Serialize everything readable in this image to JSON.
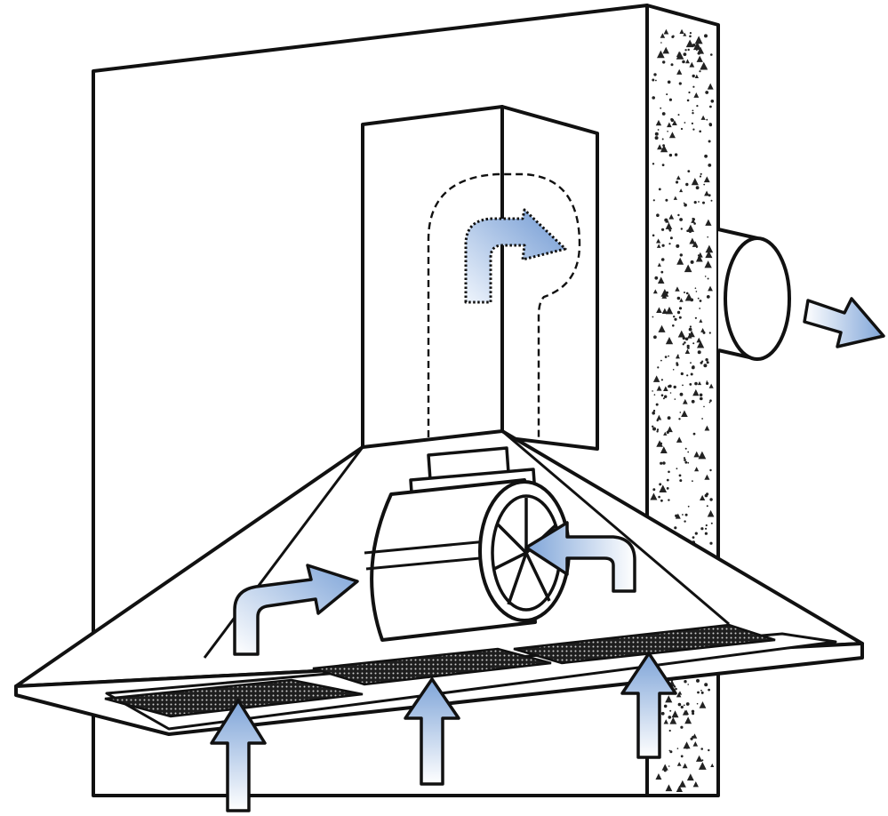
{
  "diagram": {
    "style": "line-art",
    "colors": {
      "ink": "#111111",
      "background": "#ffffff",
      "arrow_fill": "#8fb0dc",
      "arrow_fill_light": "#eef4fc",
      "filter_mesh": "#1e1e1e",
      "speckle": "#222222"
    },
    "components": {
      "wall": "wall-icon",
      "masonry_wall": "masonry-wall-icon",
      "chimney_cover": "chimney-cover-icon",
      "internal_duct": "duct-icon",
      "hood_canopy": "hood-canopy-icon",
      "motor_blower": "blower-fan-icon",
      "grease_filters": "grease-filter-icon",
      "exhaust_pipe": "exhaust-pipe-icon",
      "airflow_arrows": "airflow-arrow-icon"
    },
    "filter_count": 3,
    "airflow_arrow_count": 7
  }
}
